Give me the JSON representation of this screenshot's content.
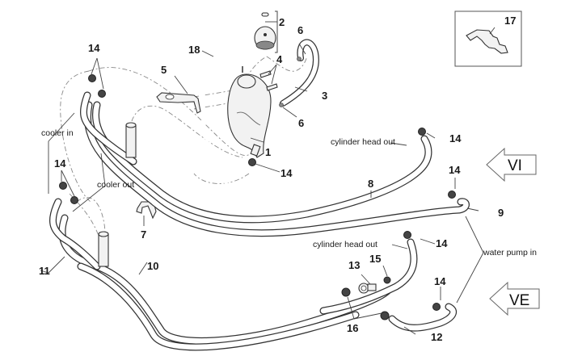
{
  "diagram": {
    "title": "Cooling system hoses exploded view",
    "part_numbers": [
      "1",
      "2",
      "3",
      "4",
      "5",
      "6",
      "7",
      "8",
      "9",
      "10",
      "11",
      "12",
      "13",
      "14",
      "15",
      "16",
      "17",
      "18"
    ],
    "callouts": {
      "p1": "1",
      "p2": "2",
      "p3": "3",
      "p4": "4",
      "p5": "5",
      "p6a": "6",
      "p6b": "6",
      "p7": "7",
      "p8": "8",
      "p9": "9",
      "p10": "10",
      "p11": "11",
      "p12": "12",
      "p13": "13",
      "p14a": "14",
      "p14b": "14",
      "p14c": "14",
      "p14d": "14",
      "p14e": "14",
      "p14f": "14",
      "p14g": "14",
      "p15": "15",
      "p16": "16",
      "p17": "17",
      "p18": "18"
    },
    "annotations": {
      "cooler_in": "cooler in",
      "cooler_out": "cooler out",
      "cylinder_head_out_1": "cylinder head out",
      "cylinder_head_out_2": "cylinder head out",
      "water_pump_in": "water pump in"
    },
    "view_arrows": [
      {
        "label": "VI"
      },
      {
        "label": "VE"
      }
    ],
    "colors": {
      "line": "#333333",
      "background": "#ffffff"
    }
  }
}
